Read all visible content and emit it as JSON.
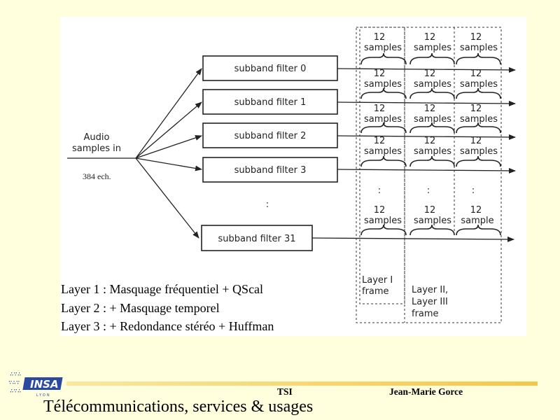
{
  "diagram": {
    "input": {
      "line1": "Audio",
      "line2": "samples in",
      "note": "384 ech."
    },
    "filters": [
      "subband filter 0",
      "subband filter 1",
      "subband filter 2",
      "subband filter 3",
      "subband filter 31"
    ],
    "vertical_ellipsis": ":",
    "sample_number": "12",
    "sample_word": "samples",
    "sample_word_cut": "sample",
    "frames": {
      "layer1": [
        "Layer I",
        "frame"
      ],
      "layer23": [
        "Layer II,",
        "Layer III",
        "frame"
      ]
    }
  },
  "layers": [
    "Layer 1 : Masquage fréquentiel + QScal",
    "Layer 2 : + Masquage temporel",
    "Layer 3 : + Redondance stéréo + Huffman"
  ],
  "footer": {
    "logo_text": "INSA",
    "logo_sub": "LYON",
    "center_label": "TSI",
    "author": "Jean-Marie Gorce",
    "course_title": "Télécommunications, services & usages"
  }
}
